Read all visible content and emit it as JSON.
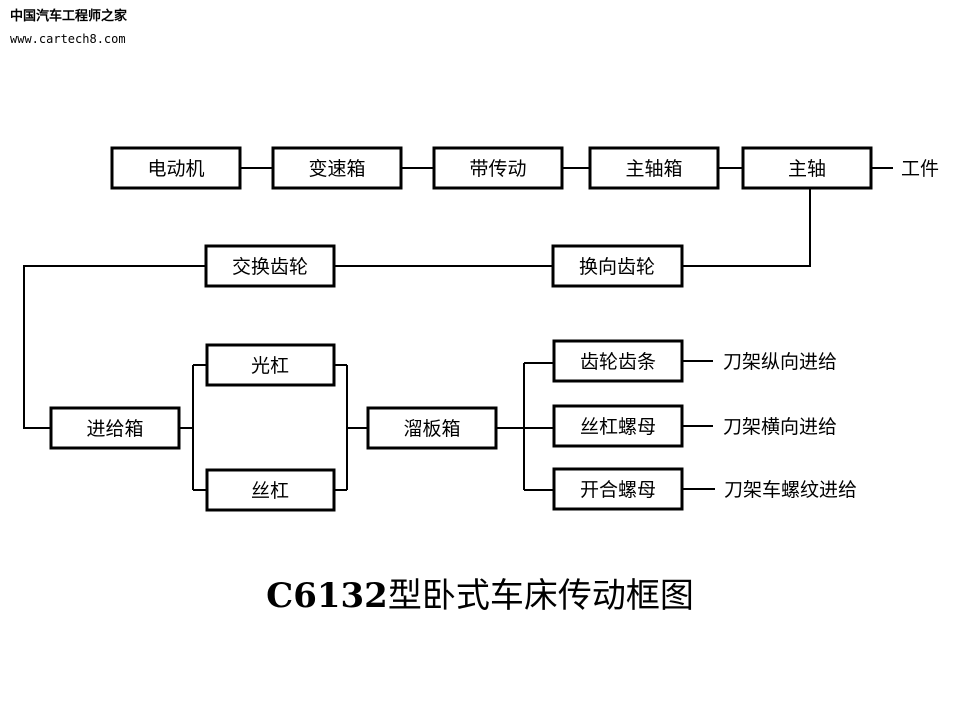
{
  "watermark": {
    "site_name": "中国汽车工程师之家",
    "url": "www.cartech8.com"
  },
  "diagram": {
    "nodes": {
      "motor": "电动机",
      "gearbox": "变速箱",
      "belt_drive": "带传动",
      "headstock": "主轴箱",
      "spindle": "主轴",
      "workpiece": "工件",
      "change_gears": "交换齿轮",
      "reversing_gears": "换向齿轮",
      "feed_box": "进给箱",
      "feed_rod": "光杠",
      "lead_screw": "丝杠",
      "apron": "溜板箱",
      "rack_pinion": "齿轮齿条",
      "lead_screw_nut": "丝杠螺母",
      "split_nut": "开合螺母",
      "longitudinal_feed": "刀架纵向进给",
      "transverse_feed": "刀架横向进给",
      "thread_feed": "刀架车螺纹进给"
    }
  },
  "title": {
    "model": "C6132",
    "text": "型卧式车床传动框图"
  }
}
